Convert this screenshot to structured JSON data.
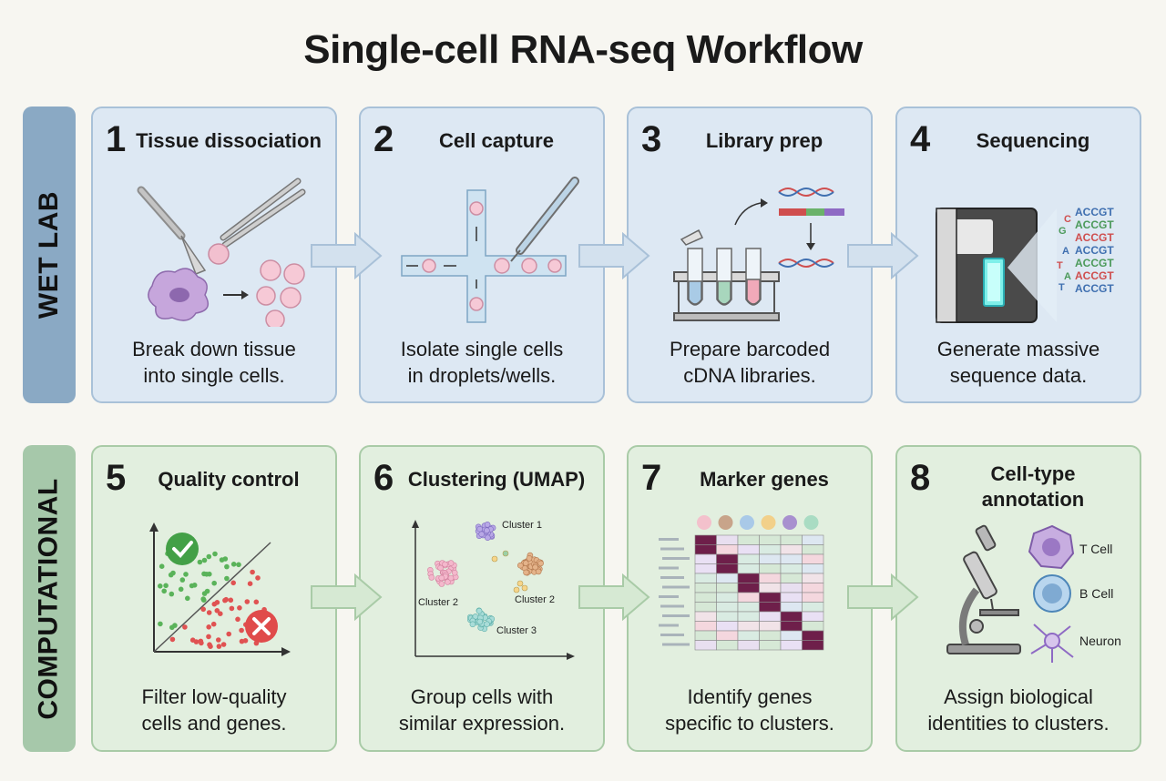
{
  "title": "Single-cell RNA-seq Workflow",
  "sections": {
    "wet_lab": "WET LAB",
    "computational": "COMPUTATIONAL"
  },
  "steps": [
    {
      "number": "1",
      "title": "Tissue dissociation",
      "description": "Break down tissue\ninto single cells."
    },
    {
      "number": "2",
      "title": "Cell capture",
      "description": "Isolate single cells\nin droplets/wells."
    },
    {
      "number": "3",
      "title": "Library prep",
      "description": "Prepare barcoded\ncDNA libraries."
    },
    {
      "number": "4",
      "title": "Sequencing",
      "description": "Generate massive\nsequence data."
    },
    {
      "number": "5",
      "title": "Quality control",
      "description": "Filter low-quality\ncells and genes."
    },
    {
      "number": "6",
      "title": "Clustering (UMAP)",
      "description": "Group cells with\nsimilar expression."
    },
    {
      "number": "7",
      "title": "Marker genes",
      "description": "Identify genes\nspecific to clusters."
    },
    {
      "number": "8",
      "title": "Cell-type\nannotation",
      "description": "Assign biological\nidentities to clusters."
    }
  ],
  "sequencing_reads": [
    "ACCGT",
    "ACCGT",
    "ACCGT",
    "ACCGT",
    "ACCGT",
    "ACCGT",
    "ACCGT"
  ],
  "sequencing_bases": [
    "C",
    "G",
    "A",
    "T",
    "A",
    "T"
  ],
  "umap_clusters": [
    "Cluster 1",
    "Cluster 2",
    "Cluster 2",
    "Cluster 3"
  ],
  "cell_types": [
    "T Cell",
    "B Cell",
    "Neuron"
  ],
  "colors": {
    "wet_card": "#dde8f3",
    "wet_border": "#a9c1d8",
    "wet_side": "#8aa9c4",
    "comp_card": "#e2efdf",
    "comp_border": "#a9cba7",
    "comp_side": "#a6c8aa",
    "arrow_wet": "#d3e1ee",
    "arrow_comp": "#d6e9d3"
  }
}
